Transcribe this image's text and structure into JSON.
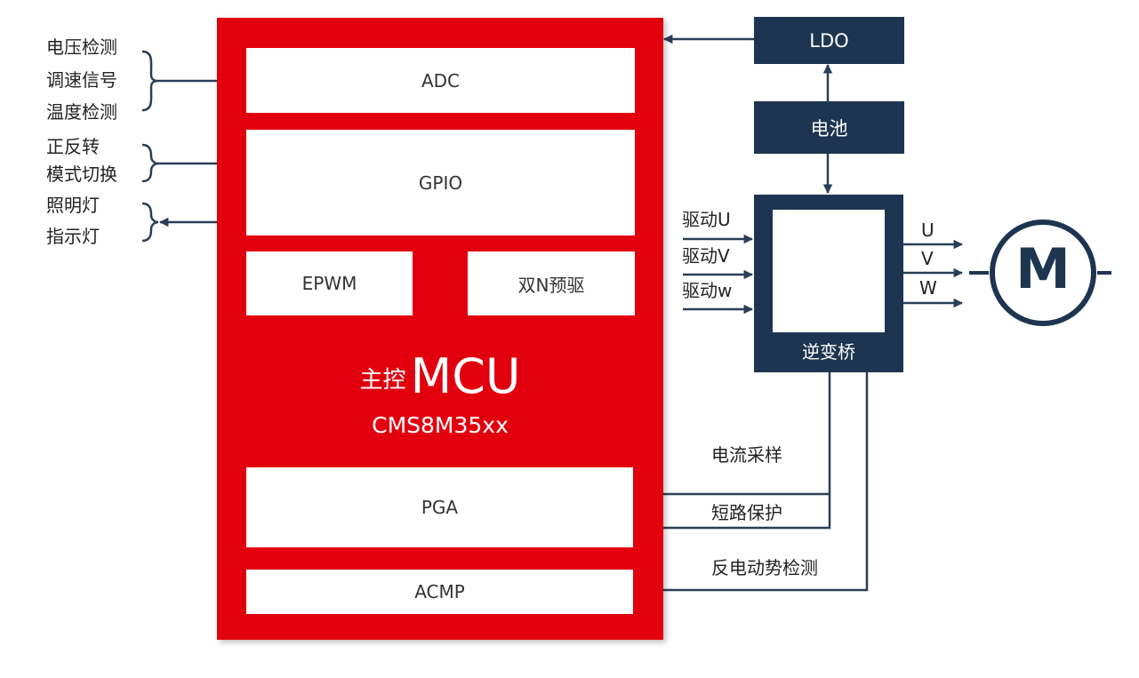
{
  "mcu": {
    "title_cn": "主控",
    "title_en": "MCU",
    "part": "CMS8M35xx",
    "blocks": {
      "adc": "ADC",
      "gpio": "GPIO",
      "epwm": "EPWM",
      "predriver": "双N预驱",
      "pga": "PGA",
      "acmp": "ACMP"
    }
  },
  "inputs": {
    "adc": [
      "电压检测",
      "调速信号",
      "温度检测"
    ],
    "gpio_in": [
      "正反转",
      "模式切换"
    ],
    "gpio_out": [
      "照明灯",
      "指示灯"
    ]
  },
  "power": {
    "ldo": "LDO",
    "battery": "电池"
  },
  "bridge": {
    "label": "逆变桥",
    "drive": [
      "驱动U",
      "驱动V",
      "驱动w"
    ],
    "phases": [
      "U",
      "V",
      "W"
    ]
  },
  "motor": {
    "label": "M"
  },
  "feedback": {
    "current": "电流采样",
    "short": "短路保护",
    "bemf": "反电动势检测"
  },
  "colors": {
    "mcu_red": "#e2000f",
    "navy": "#1d3550",
    "line": "#2a3f57"
  }
}
